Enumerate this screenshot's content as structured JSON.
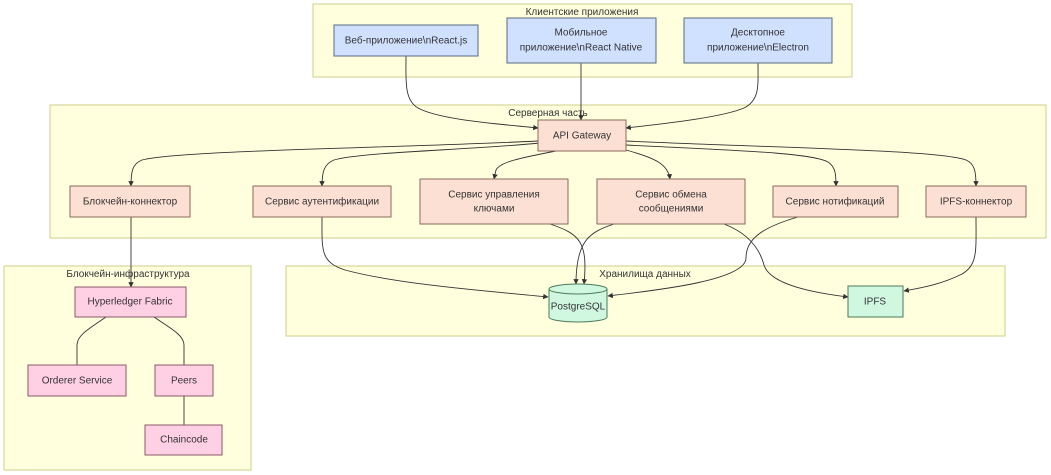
{
  "clusters": {
    "clients": "Клиентские приложения",
    "server": "Серверная часть",
    "blockchain": "Блокчейн-инфраструктура",
    "storage": "Хранилища данных"
  },
  "nodes": {
    "web_app": [
      "Веб-приложение\\nReact.js"
    ],
    "mobile_app": [
      "Мобильное",
      "приложение\\nReact Native"
    ],
    "desktop_app": [
      "Десктопное",
      "приложение\\nElectron"
    ],
    "api_gateway": [
      "API Gateway"
    ],
    "blockchain_connector": [
      "Блокчейн-коннектор"
    ],
    "auth_service": [
      "Сервис аутентификации"
    ],
    "key_service": [
      "Сервис управления",
      "ключами"
    ],
    "messaging_service": [
      "Сервис обмена",
      "сообщениями"
    ],
    "notification_service": [
      "Сервис нотификаций"
    ],
    "ipfs_connector": [
      "IPFS-коннектор"
    ],
    "hyperledger": [
      "Hyperledger Fabric"
    ],
    "orderer": [
      "Orderer Service"
    ],
    "peers": [
      "Peers"
    ],
    "chaincode": [
      "Chaincode"
    ],
    "postgresql": [
      "PostgreSQL"
    ],
    "ipfs": [
      "IPFS"
    ]
  },
  "colors": {
    "cluster_fill": "#ffffde",
    "cluster_stroke": "#cfcf8a",
    "client_fill": "#d0e0ff",
    "server_fill": "#fde0d4",
    "blockchain_fill": "#ffd0e4",
    "storage_fill": "#d0f8e0",
    "edge": "#333333"
  }
}
